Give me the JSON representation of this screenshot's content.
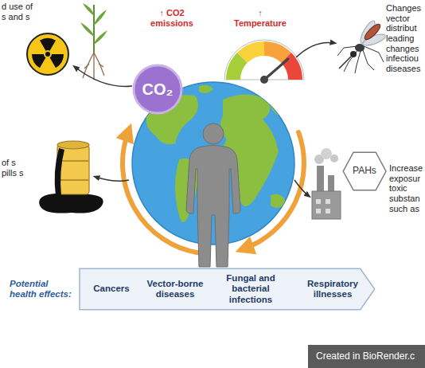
{
  "diagram": {
    "nodes": [
      {
        "text": [
          "CO₂"
        ]
      },
      {
        "text": [
          "PAHs"
        ]
      },
      {
        "text": [
          "Potential health effects:",
          "Cancers",
          "Vector-borne diseases",
          "Fungal and bacterial infections",
          "Respiratory illnesses"
        ]
      },
      {
        "text": [
          "Created in BioRender.c"
        ]
      }
    ],
    "labels": [
      "d use of s and s",
      "↑ CO2 emissions",
      "↑ Temperature",
      "Changes vector distribut leading changes infectiou diseases",
      "of s pills s",
      "Increase exposur toxic substan such as"
    ]
  }
}
